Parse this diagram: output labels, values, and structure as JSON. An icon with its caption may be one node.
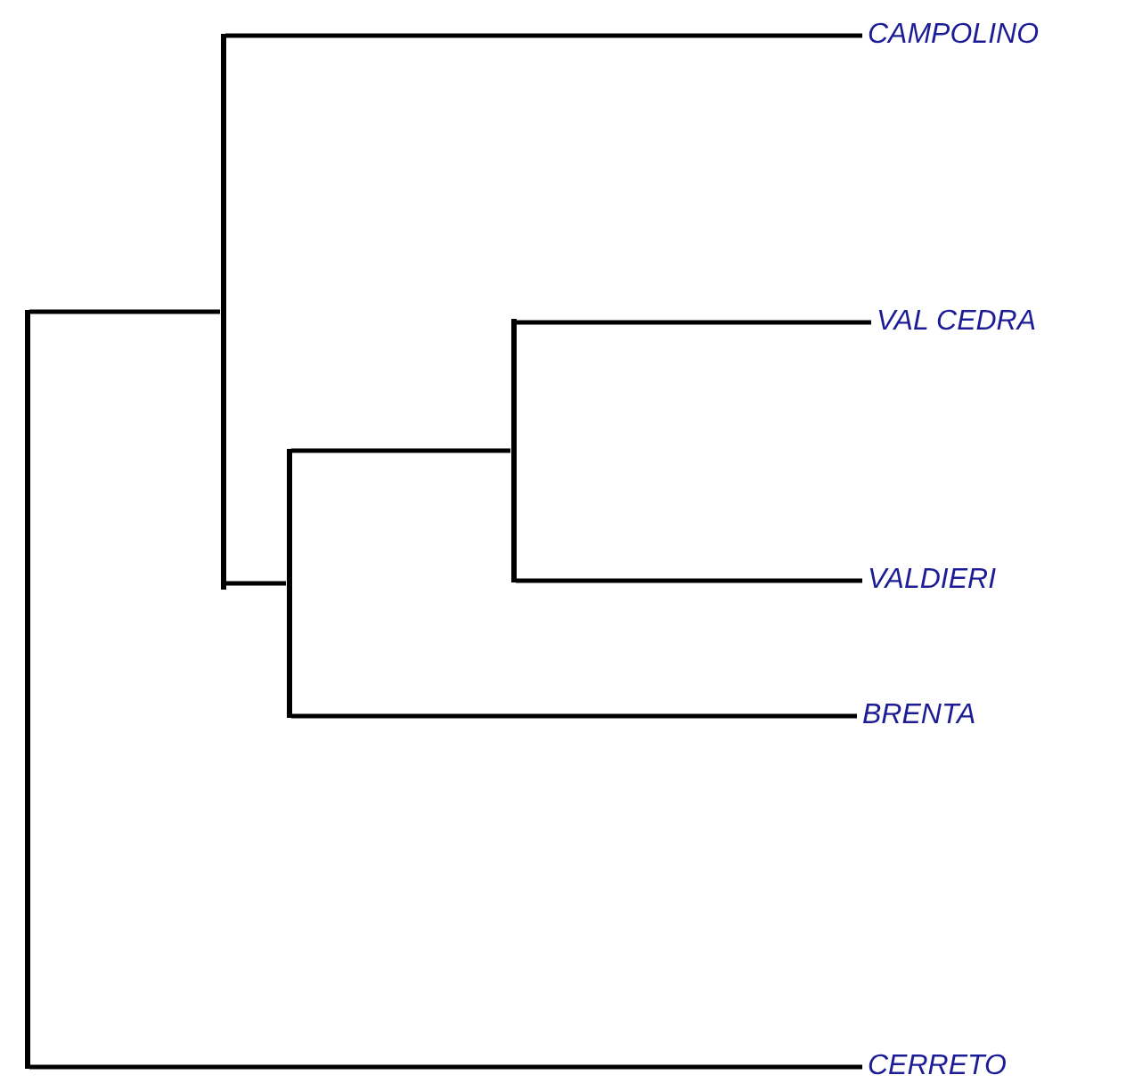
{
  "diagram": {
    "nodes": [
      {
        "text": [
          "CAMPOLINO"
        ]
      },
      {
        "text": [
          "VAL CEDRA"
        ]
      },
      {
        "text": [
          "VALDIERI"
        ]
      },
      {
        "text": [
          "BRENTA"
        ]
      },
      {
        "text": [
          "CERRETO"
        ]
      },
      {
        "text": [],
        "shape": "bar"
      },
      {
        "text": [],
        "shape": "bar"
      },
      {
        "text": [],
        "shape": "bar"
      },
      {
        "text": [],
        "shape": "bar"
      }
    ],
    "edges": [
      {
        "from": 5,
        "to": 6,
        "arrow": "none"
      },
      {
        "from": 6,
        "to": 0,
        "arrow": "none"
      },
      {
        "from": 6,
        "to": 7,
        "arrow": "none"
      },
      {
        "from": 7,
        "to": 8,
        "arrow": "none"
      },
      {
        "from": 8,
        "to": 1,
        "arrow": "none"
      },
      {
        "from": 8,
        "to": 2,
        "arrow": "none"
      },
      {
        "from": 7,
        "to": 3,
        "arrow": "none"
      },
      {
        "from": 5,
        "to": 4,
        "arrow": "none"
      }
    ]
  }
}
